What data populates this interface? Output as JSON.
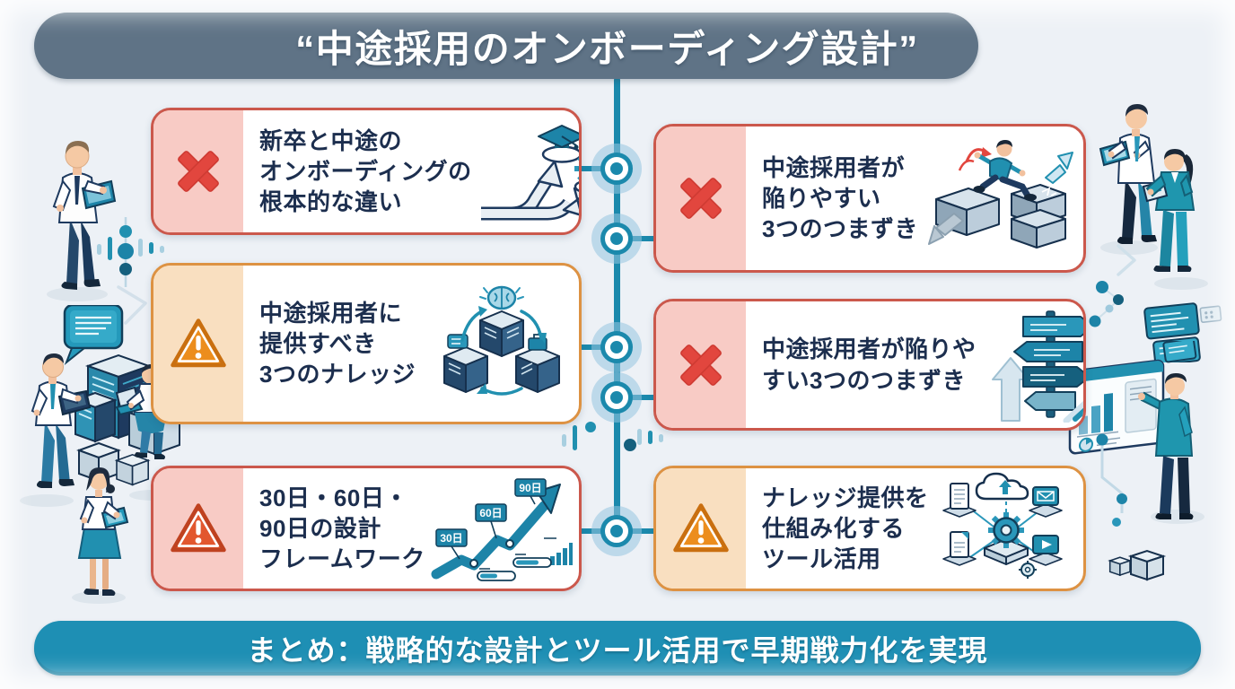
{
  "title": {
    "text": "“中途採用のオンボーディング設計”"
  },
  "summary": {
    "text": "まとめ：戦略的な設計とツール活用で早期戦力化を実現"
  },
  "cards": {
    "items": [
      {
        "id": "difference",
        "icon": "x-icon",
        "lines": [
          "新卒と中途の",
          "オンボーディングの",
          "根本的な違い"
        ],
        "art": "diverging-career-paths"
      },
      {
        "id": "knowledge",
        "icon": "warning-icon",
        "lines": [
          "中途採用者に",
          "提供すべき",
          "3つのナレッジ"
        ],
        "art": "knowledge-cubes"
      },
      {
        "id": "framework",
        "icon": "warning-icon",
        "lines": [
          "30日・60日・",
          "90日の設計",
          "フレームワーク"
        ],
        "art": "growth-roadmap",
        "art_labels": [
          "30日",
          "60日",
          "90日"
        ]
      },
      {
        "id": "stumbles-a",
        "icon": "x-icon",
        "lines": [
          "中途採用者が",
          "陥りやすい",
          "3つのつまずき"
        ],
        "art": "stumbling-blocks"
      },
      {
        "id": "stumbles-b",
        "icon": "x-icon",
        "lines": [
          "中途採用者が陥りや",
          "すい3つのつまずき"
        ],
        "art": "signpost-arrows"
      },
      {
        "id": "tools",
        "icon": "warning-icon",
        "lines": [
          "ナレッジ提供を",
          "仕組み化する",
          "ツール活用"
        ],
        "art": "tool-network"
      }
    ]
  },
  "colors": {
    "banner_gray": "#5f7386",
    "summary_teal": "#1e8fb4",
    "timeline_teal": "#1b89ac",
    "alert_red": "#e2463e",
    "card_red_border": "#cb584c",
    "card_red_bg": "#f8cbc5",
    "warning_orange": "#ec8d1d",
    "warning_red_orange": "#e2572e",
    "card_orange_border": "#dd9243",
    "card_orange_bg": "#f9dfc0",
    "text_navy": "#1c2e4e"
  }
}
